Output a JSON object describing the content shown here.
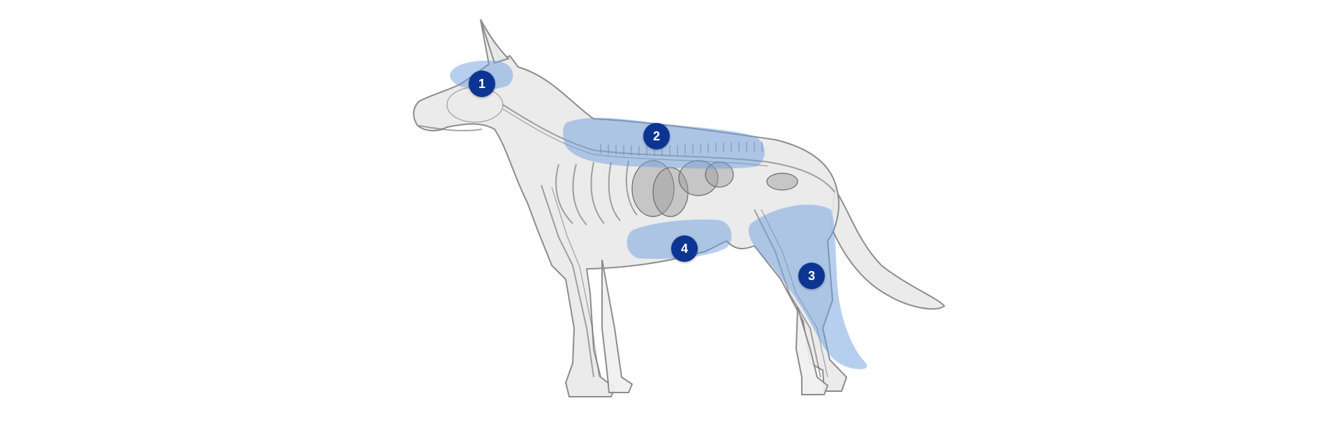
{
  "colors": {
    "background": "#ffffff",
    "highlight": "#6f9fe0",
    "marker": "#0c3593",
    "marker_text": "#ffffff",
    "body_fill": "#e9e9e9",
    "body_stroke": "#8c8c8c",
    "skeleton": "#6a6a6a"
  },
  "regions": [
    {
      "id": "head",
      "label": "1"
    },
    {
      "id": "back",
      "label": "2"
    },
    {
      "id": "hind-leg",
      "label": "3"
    },
    {
      "id": "belly",
      "label": "4"
    }
  ]
}
